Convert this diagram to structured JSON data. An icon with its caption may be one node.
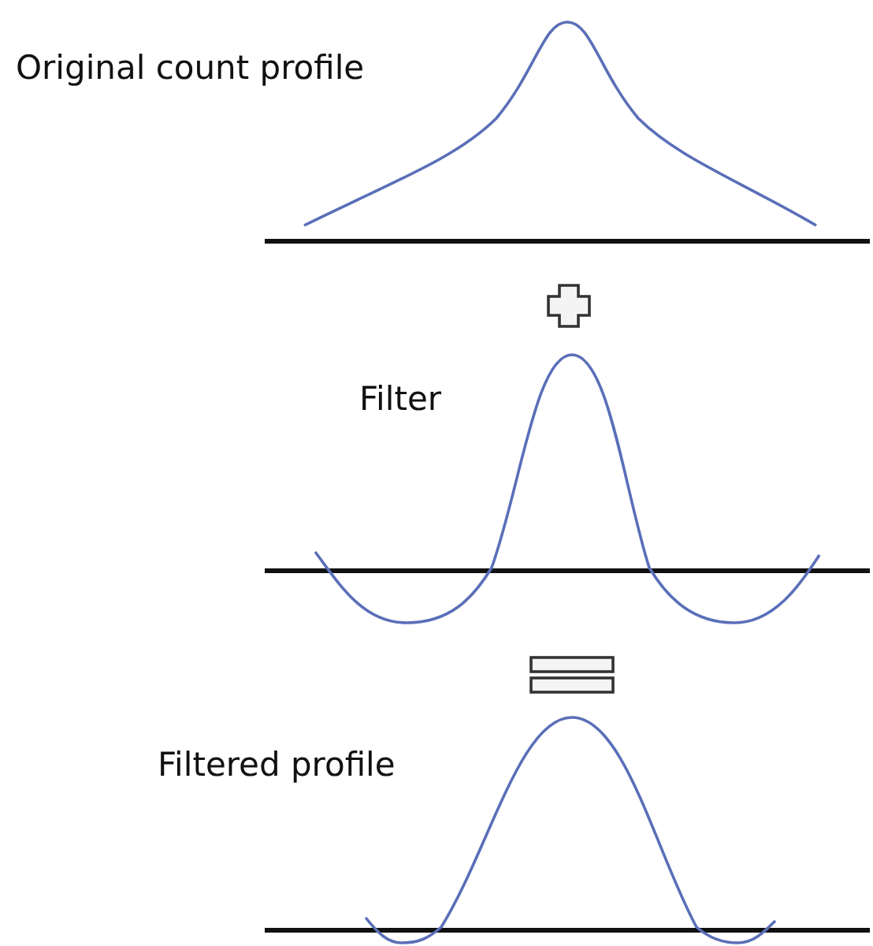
{
  "diagram": {
    "labels": [
      "Original count profile",
      "Filter",
      "Filtered profile"
    ]
  }
}
